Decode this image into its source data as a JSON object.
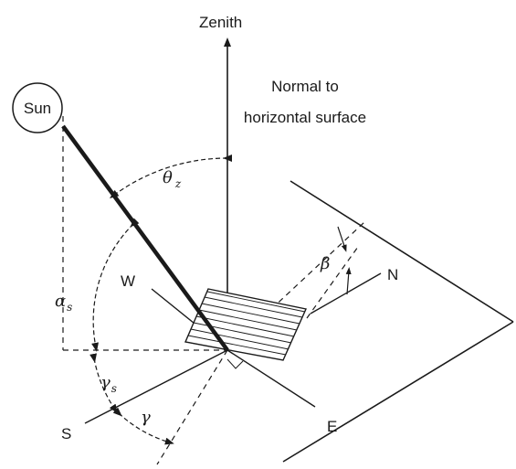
{
  "labels": {
    "zenith": "Zenith",
    "normal_line1": "Normal to",
    "normal_line2": "horizontal surface",
    "sun": "Sun",
    "west": "W",
    "north": "N",
    "east": "E",
    "south": "S"
  },
  "angles": {
    "theta": "θ",
    "theta_sub": "z",
    "alpha": "α",
    "alpha_sub": "s",
    "gamma_s": "γ",
    "gamma_s_sub": "s",
    "gamma": "γ",
    "beta": "β"
  },
  "colors": {
    "ink": "#1a1a1a",
    "background": "#ffffff"
  }
}
